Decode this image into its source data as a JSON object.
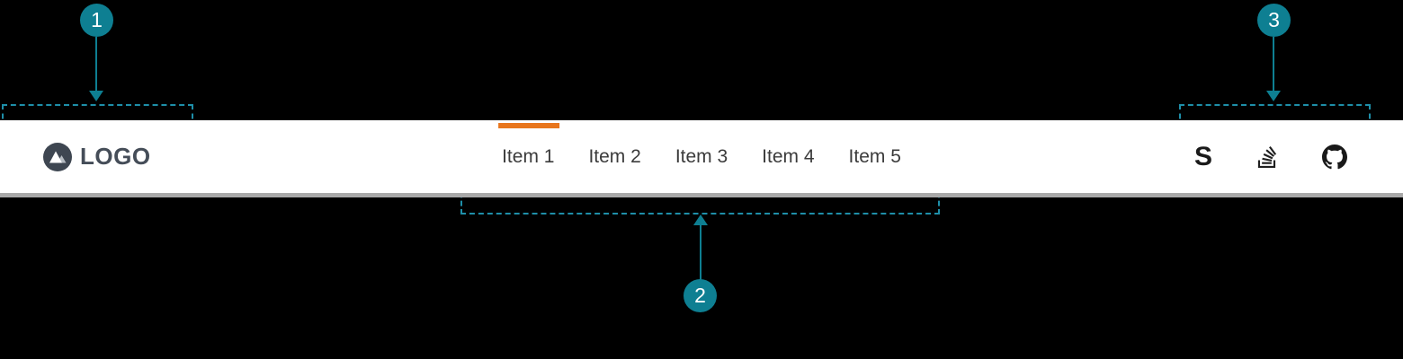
{
  "page": {
    "background_color": "#000000"
  },
  "annotations": {
    "accent_color": "#0e7f92",
    "dash_color": "#1e8fa9",
    "callouts": [
      {
        "number": "1"
      },
      {
        "number": "2"
      },
      {
        "number": "3"
      }
    ]
  },
  "navbar": {
    "background_color": "#ffffff",
    "bottom_border_color": "#a9a9a9",
    "active_indicator_color": "#e8761d",
    "logo": {
      "text": "LOGO",
      "icon": "mountain-logo-icon",
      "icon_bg_color": "#3e4651"
    },
    "items": [
      {
        "label": "Item 1",
        "active": true
      },
      {
        "label": "Item 2",
        "active": false
      },
      {
        "label": "Item 3",
        "active": false
      },
      {
        "label": "Item 4",
        "active": false
      },
      {
        "label": "Item 5",
        "active": false
      }
    ],
    "icons": [
      {
        "name": "letter-s-icon",
        "glyph": "S"
      },
      {
        "name": "stack-overflow-icon"
      },
      {
        "name": "github-icon"
      }
    ]
  }
}
